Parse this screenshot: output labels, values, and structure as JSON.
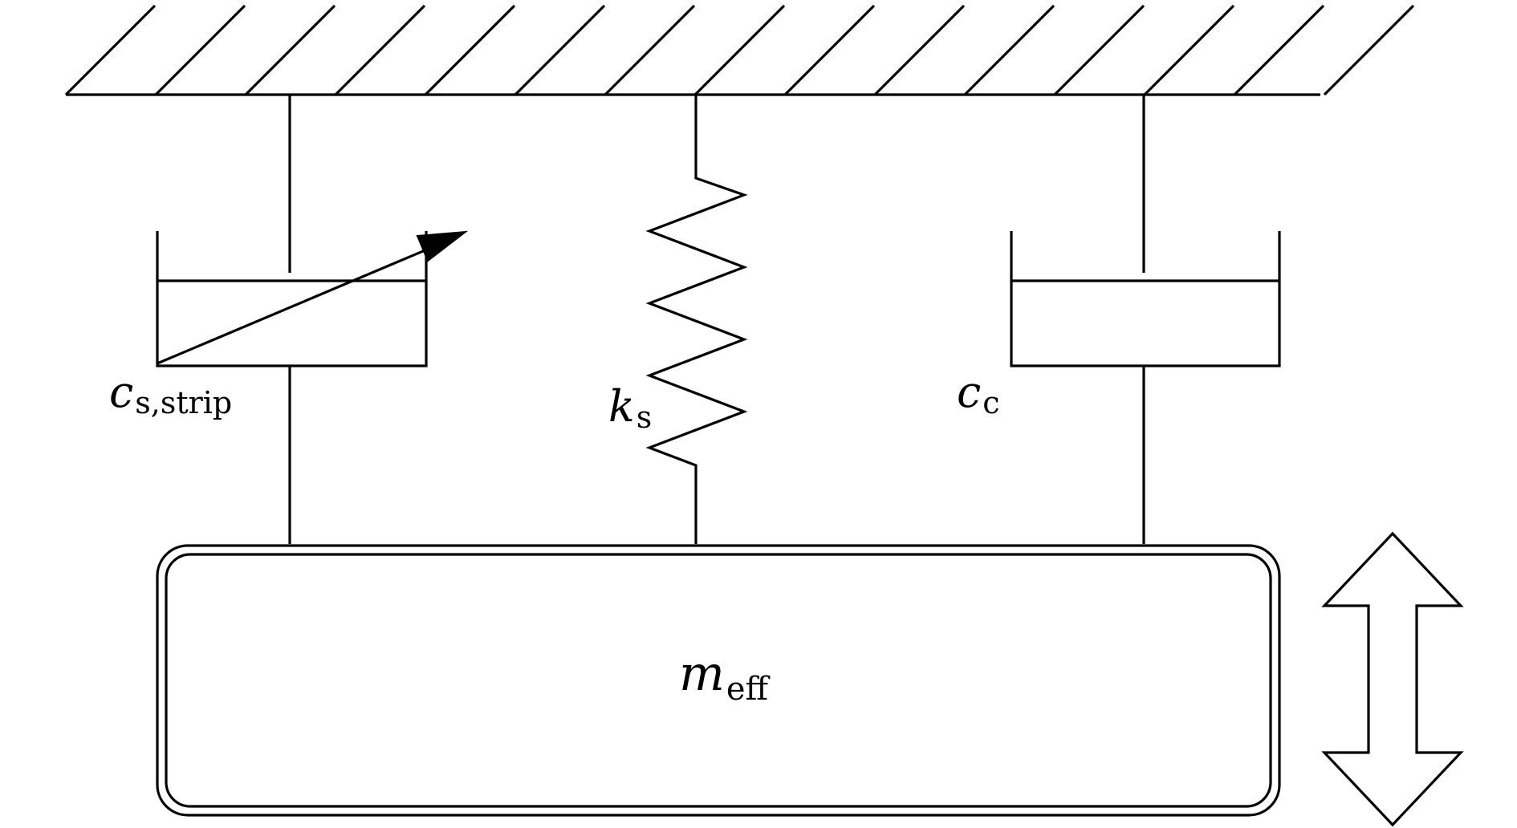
{
  "labels": {
    "damper_strip": {
      "symbol": "c",
      "subscript": "s,strip"
    },
    "spring": {
      "symbol": "k",
      "subscript": "s"
    },
    "damper_c": {
      "symbol": "c",
      "subscript": "c"
    },
    "mass": {
      "symbol": "m",
      "subscript": "eff"
    }
  }
}
